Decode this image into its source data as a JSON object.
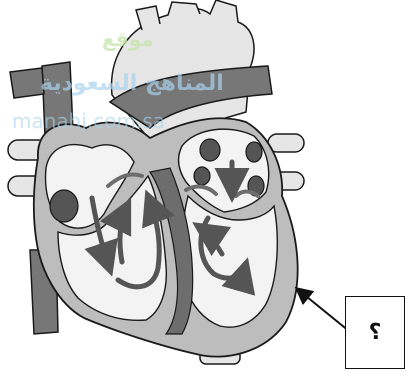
{
  "diagram": {
    "callout_label": "؟",
    "watermark": {
      "arabic_line1": "موقع",
      "arabic_line2": "المناهج السعودية",
      "latin": "manahj.com.sa"
    },
    "colors": {
      "outer_wall": "#bdbdbd",
      "outline": "#1a1a1a",
      "septum_dark": "#6d6d6d",
      "chamber": "#f3f3f3",
      "vessel_light": "#e6e6e6",
      "vessel_dark": "#777777",
      "opening": "#555555",
      "watermark_blue": "#a9d3ec",
      "watermark_green": "#c9e6b0"
    }
  }
}
